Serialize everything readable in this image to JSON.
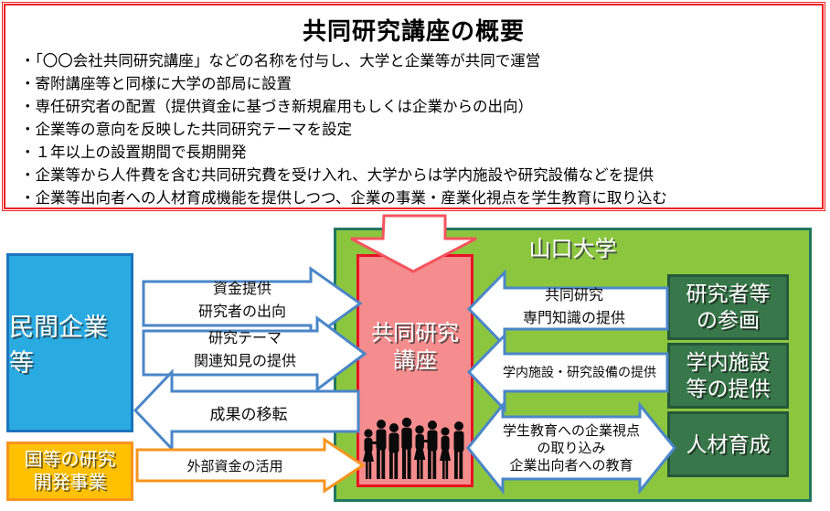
{
  "overview": {
    "title": "共同研究講座の概要",
    "bullets": [
      "・「〇〇会社共同研究講座」などの名称を付与し、大学と企業等が共同で運営",
      "・寄附講座等と同様に大学の部局に設置",
      "・専任研究者の配置（提供資金に基づき新規雇用もしくは企業からの出向）",
      "・企業等の意向を反映した共同研究テーマを設定",
      "・１年以上の設置期間で長期開発",
      "・企業等から人件費を含む共同研究費を受け入れ、大学からは学内施設や研究設備などを提供",
      "・企業等出向者への人材育成機能を提供しつつ、企業の事業・産業化視点を学生教育に取り込む"
    ]
  },
  "diagram": {
    "university": "山口大学",
    "private_company": "民間企業等",
    "national_program": "国等の研究\n開発事業",
    "course": "共同研究\n講座",
    "university_boxes": [
      "研究者等\nの参画",
      "学内施設\n等の提供",
      "人材育成"
    ],
    "arrow_labels": {
      "funding": "資金提供\n研究者の出向",
      "theme": "研究テーマ\n関連知見の提供",
      "results": "成果の移転",
      "external_funds": "外部資金の活用",
      "joint_research": "共同研究\n専門知識の提供",
      "facilities": "学内施設・研究設備の提供",
      "education": "学生教育への企業視点\nの取り込み\n企業出向者への教育"
    },
    "icons": {
      "people": "people-silhouettes-icon",
      "down_arrow": "red-down-arrow-icon"
    }
  },
  "colors": {
    "overview_border_red": "#ee2222",
    "company_blue_fill": "#29abe2",
    "company_blue_border": "#1c75bc",
    "national_yellow_fill": "#ffc000",
    "national_orange_border": "#f7941d",
    "university_green_fill": "#8cc63f",
    "university_green_border": "#20775f",
    "course_pink_fill": "#f58c8e",
    "course_red_border": "#e81123",
    "inner_green_fill": "#38774a",
    "inner_green_border": "#24583a",
    "arrow_blue": "#4a86c8",
    "arrow_orange": "#f7941d",
    "arrow_red": "#f4545e"
  }
}
